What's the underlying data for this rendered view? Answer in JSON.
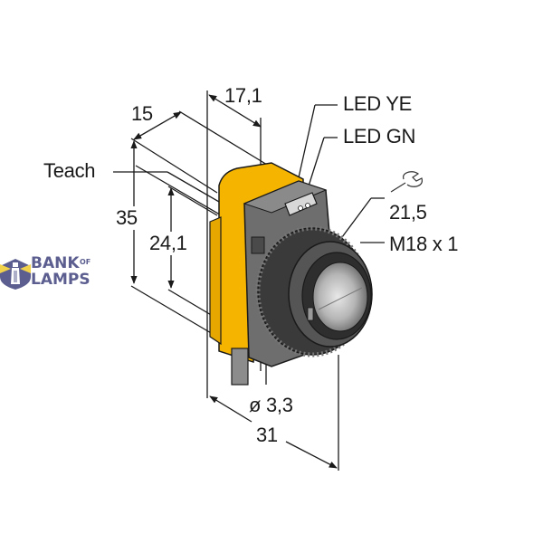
{
  "diagram": {
    "subject": "photoelectric sensor dimension drawing",
    "colors": {
      "housing_yellow": "#f5b400",
      "housing_gray": "#6e6e6e",
      "dark_gray": "#3a3a3a",
      "lens": "#9a9a9a",
      "line": "#1a1a1a",
      "logo": "#5b5e8f",
      "logo_accent": "#f2d24b"
    },
    "labels": {
      "dim_top_depth": "15",
      "dim_top_width": "17,1",
      "led_yellow": "LED YE",
      "led_green": "LED GN",
      "teach": "Teach",
      "dim_height": "35",
      "dim_inner_height": "24,1",
      "wrench_size": "21,5",
      "thread": "M18 x 1",
      "cable_diameter": "ø 3,3",
      "dim_length": "31"
    },
    "icons": {
      "wrench": "wrench-icon"
    }
  },
  "watermark": {
    "line1": "BANK",
    "line1_suffix": "OF",
    "line2": "LAMPS"
  }
}
